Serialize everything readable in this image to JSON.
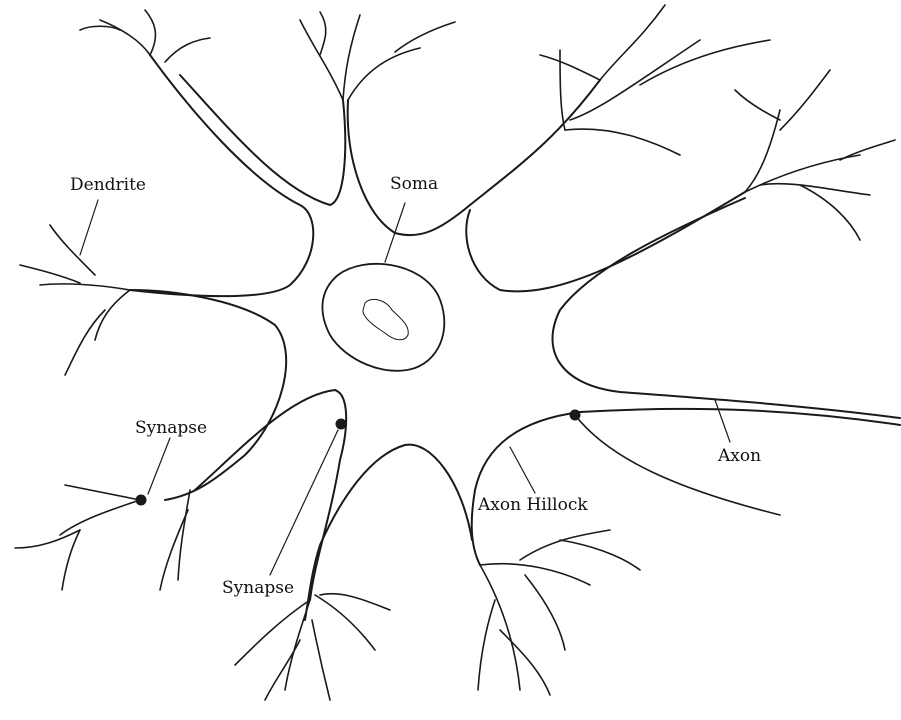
{
  "diagram": {
    "labels": {
      "dendrite": "Dendrite",
      "soma": "Soma",
      "synapse_left": "Synapse",
      "synapse_lower": "Synapse",
      "axon": "Axon",
      "axon_hillock": "Axon Hillock"
    },
    "colors": {
      "ink": "#1a1a1a",
      "background": "#ffffff"
    }
  }
}
